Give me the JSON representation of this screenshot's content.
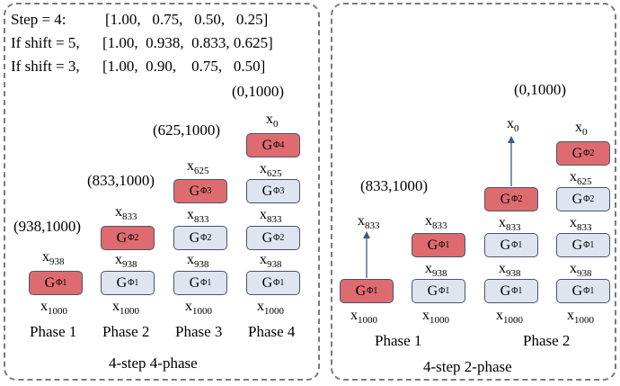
{
  "left_panel": {
    "header": [
      {
        "label": "Step = 4:",
        "values": "[1.00,   0.75,   0.50,   0.25]"
      },
      {
        "label": "If shift = 5,",
        "values": "[1.00,  0.938,  0.833, 0.625]"
      },
      {
        "label": "If shift = 3,",
        "values": "[1.00,  0.90,    0.75,   0.50]"
      }
    ],
    "coordinates": [
      "(938,1000)",
      "(833,1000)",
      "(625,1000)",
      "(0,1000)"
    ],
    "phases": [
      "Phase 1",
      "Phase 2",
      "Phase 3",
      "Phase 4"
    ],
    "caption": "4-step 4-phase"
  },
  "right_panel": {
    "coordinates": [
      "(833,1000)",
      "(0,1000)"
    ],
    "phases": [
      "Phase 1",
      "Phase 2"
    ],
    "caption": "4-step 2-phase"
  },
  "symbols": {
    "g": "G",
    "phi1": "Φ1",
    "phi2": "Φ2",
    "phi3": "Φ3",
    "phi4": "Φ4",
    "x": "x",
    "s1000": "1000",
    "s938": "938",
    "s833": "833",
    "s625": "625",
    "s0": "0"
  },
  "colors": {
    "active": "#de6b6f",
    "inactive": "#dee5f0",
    "border": "#4a5466",
    "arrow": "#3d5a7a",
    "panel_border": "#7a7a7a"
  }
}
